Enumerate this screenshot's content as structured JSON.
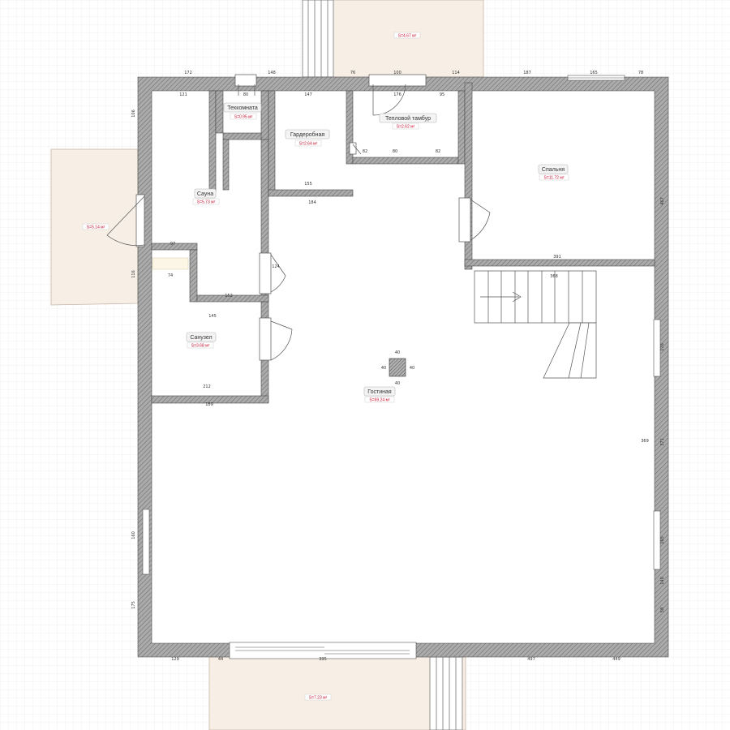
{
  "rooms": [
    {
      "id": "tech",
      "name": "Техкомната",
      "area": "S=0.95 м²"
    },
    {
      "id": "wardrobe",
      "name": "Гардеробная",
      "area": "S=2.64 м²"
    },
    {
      "id": "vestibule",
      "name": "Тепловой тамбур",
      "area": "S=2.62 м²"
    },
    {
      "id": "bedroom",
      "name": "Спальня",
      "area": "S=11.72 м²"
    },
    {
      "id": "sauna",
      "name": "Сауна",
      "area": "S=5.73 м²"
    },
    {
      "id": "bathroom",
      "name": "Санузел",
      "area": "S=3.68 м²"
    },
    {
      "id": "living",
      "name": "Гостиная",
      "area": "S=69.24 м²"
    }
  ],
  "terraces": [
    {
      "id": "terrace-top",
      "area": "S=4.67 м²"
    },
    {
      "id": "terrace-left",
      "area": "S=5.14 м²"
    },
    {
      "id": "terrace-bottom",
      "area": "S=7.23 м²"
    }
  ],
  "column": {
    "w": "40",
    "h": "40"
  },
  "dimensions": {
    "top": [
      "172",
      "148",
      "76",
      "100",
      "114",
      "187",
      "165",
      "78"
    ],
    "bottom": [
      "129",
      "44",
      "395",
      "497",
      "449"
    ],
    "right": [
      "467",
      "176",
      "371",
      "165",
      "140",
      "58"
    ],
    "left": [
      "106",
      "116",
      "160",
      "175"
    ],
    "interior": [
      "121",
      "80",
      "147",
      "176",
      "95",
      "184",
      "82",
      "80",
      "82",
      "155",
      "391",
      "368",
      "189",
      "145",
      "152",
      "212",
      "369",
      "74",
      "97",
      "124"
    ]
  },
  "colors": {
    "wall": "#8e8e8e",
    "terrace": "#f7efe6",
    "terrace_stroke": "#c8b5a8",
    "area_text": "#c8102e"
  }
}
